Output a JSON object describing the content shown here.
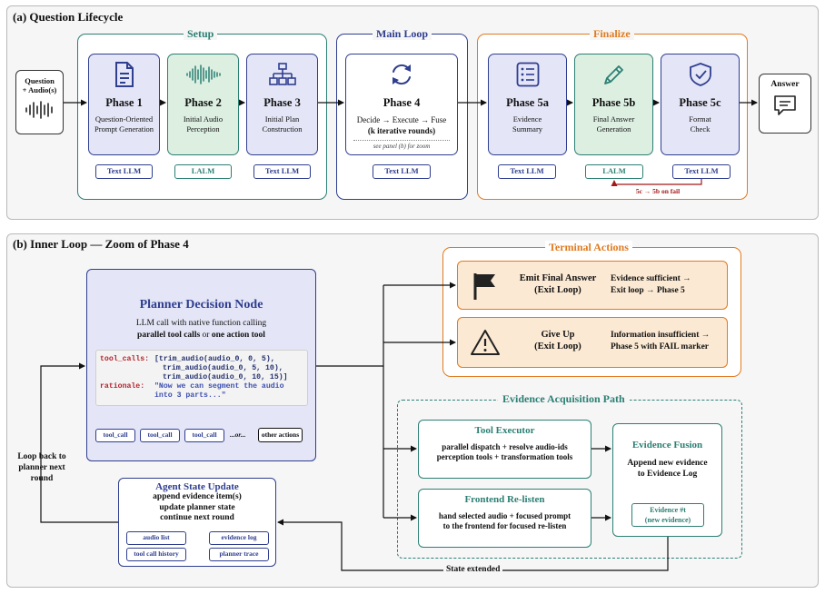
{
  "panel_a": {
    "title": "(a) Question Lifecycle"
  },
  "panel_b": {
    "title": "(b) Inner Loop — Zoom of Phase 4"
  },
  "input": {
    "line1": "Question",
    "line2": "+ Audio(s)"
  },
  "output": {
    "label": "Answer"
  },
  "groups": {
    "setup": "Setup",
    "main_loop": "Main Loop",
    "finalize": "Finalize"
  },
  "phases": [
    {
      "title": "Phase 1",
      "desc": "Question-Oriented Prompt Generation",
      "badge": "Text LLM",
      "icon": "document-icon"
    },
    {
      "title": "Phase 2",
      "desc": "Initial Audio Perception",
      "badge": "LALM",
      "icon": "waveform-icon"
    },
    {
      "title": "Phase 3",
      "desc": "Initial Plan Construction",
      "badge": "Text LLM",
      "icon": "hierarchy-icon"
    },
    {
      "title": "Phase 4",
      "desc": "Decide → Execute → Fuse",
      "desc2": "(k iterative rounds)",
      "note": "see panel (b) for zoom",
      "badge": "Text LLM",
      "icon": "refresh-icon"
    },
    {
      "title": "Phase 5a",
      "desc": "Evidence Summary",
      "badge": "Text LLM",
      "icon": "list-icon"
    },
    {
      "title": "Phase 5b",
      "desc": "Final Answer Generation",
      "badge": "LALM",
      "icon": "pencil-icon"
    },
    {
      "title": "Phase 5c",
      "desc": "Format Check",
      "badge": "Text LLM",
      "icon": "shield-check-icon"
    }
  ],
  "fail_loop": "5c → 5b on fail",
  "planner": {
    "title": "Planner Decision Node",
    "line1": "LLM call with native function calling",
    "line2a": "parallel tool calls",
    "line2b": " or ",
    "line2c": "one action tool",
    "code": {
      "key1": "tool_calls:",
      "c1": "[trim_audio(audio_0, 0, 5),",
      "c2": "trim_audio(audio_0, 5, 10),",
      "c3": "trim_audio(audio_0, 10, 15)]",
      "key2": "rationale:",
      "r1": "\"Now we can segment the audio",
      "r2": "into 3 parts...\""
    },
    "chips": [
      "tool_call",
      "tool_call",
      "tool_call"
    ],
    "ellipsis": "...or...",
    "other": "other actions"
  },
  "loop_back": {
    "l1": "Loop back to",
    "l2": "planner next",
    "l3": "round"
  },
  "state_update": {
    "title": "Agent State Update",
    "l1": "append evidence item(s)",
    "l2": "update planner state",
    "l3": "continue next round",
    "chips": [
      "audio list",
      "evidence log",
      "tool call history",
      "planner trace"
    ]
  },
  "terminal": {
    "title": "Terminal Actions",
    "emit_title": "Emit Final Answer",
    "emit_sub": "(Exit Loop)",
    "emit_desc1": "Evidence sufficient →",
    "emit_desc2": "Exit loop → Phase 5",
    "give_title": "Give Up",
    "give_sub": "(Exit Loop)",
    "give_desc1": "Information insufficient →",
    "give_desc2": "Phase 5 with FAIL marker"
  },
  "evidence_path": {
    "title": "Evidence Acquisition Path",
    "tool_title": "Tool Executor",
    "tool_l1": "parallel dispatch + resolve audio-ids",
    "tool_l2": "perception tools + transformation tools",
    "relisten_title": "Frontend Re-listen",
    "relisten_l1": "hand selected audio + focused prompt",
    "relisten_l2": "to the frontend for focused re-listen",
    "fusion_title": "Evidence Fusion",
    "fusion_l1": "Append new evidence",
    "fusion_l2": "to Evidence Log",
    "evidence_l1": "Evidence #t",
    "evidence_l2": "(new evidence)"
  },
  "state_extended": "State extended",
  "colors": {
    "teal": "#2b7f73",
    "navy": "#2f3e8f",
    "orange": "#e07b1f",
    "purple_fill": "#e4e6f7",
    "green_fill": "#dcefe1",
    "orange_fill": "#fbe9d3",
    "fail_red": "#a31818"
  }
}
